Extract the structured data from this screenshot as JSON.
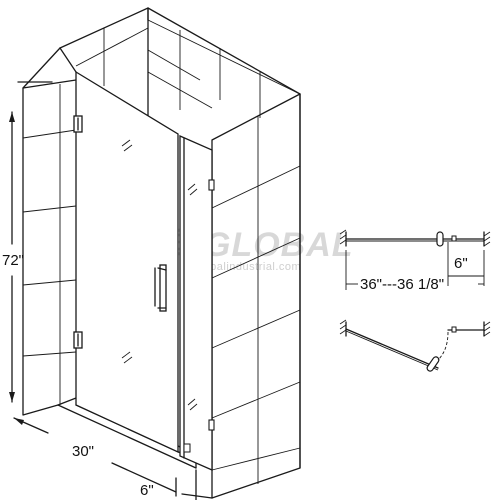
{
  "dimensions": {
    "height": "72\"",
    "width": "30\"",
    "return_panel": "6\"",
    "opening_range": "36\"---36 1/8\"",
    "panel_width_top_view": "6\""
  },
  "watermark": {
    "brand": "GLOBAL",
    "site": "globalindustrial.com"
  }
}
